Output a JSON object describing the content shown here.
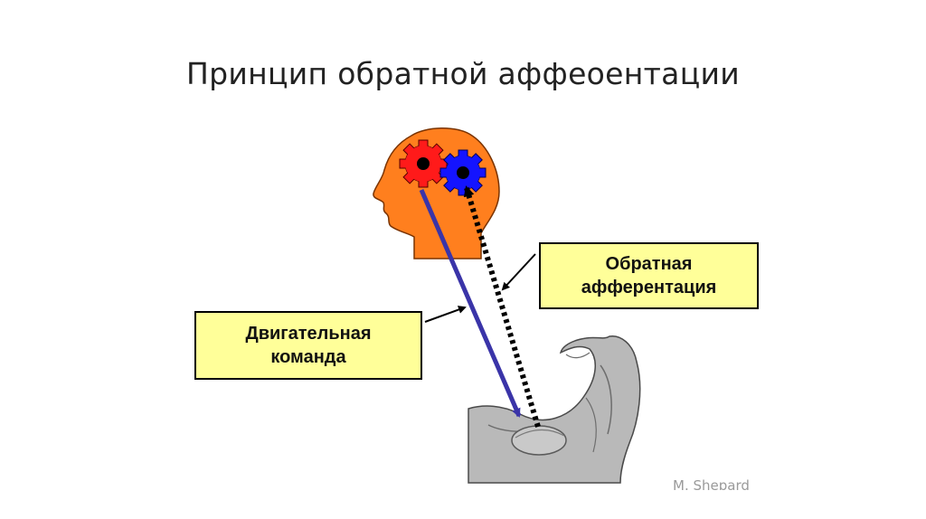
{
  "title": "Принцип обратной аффеоентации",
  "labels": {
    "motor_command": [
      "Двигательная",
      "команда"
    ],
    "feedback_afferentation": [
      "Обратная",
      "афферентация"
    ]
  },
  "watermark": "M. Shepard",
  "colors": {
    "head": "#ff7f1e",
    "gear_red": "#ff1a1a",
    "gear_blue": "#1414ff",
    "command_arrow": "#3a34a8",
    "label_box": "#ffff99"
  },
  "icons": [
    "head-silhouette-icon",
    "red-gear-icon",
    "blue-gear-icon",
    "flexed-arm-icon"
  ]
}
